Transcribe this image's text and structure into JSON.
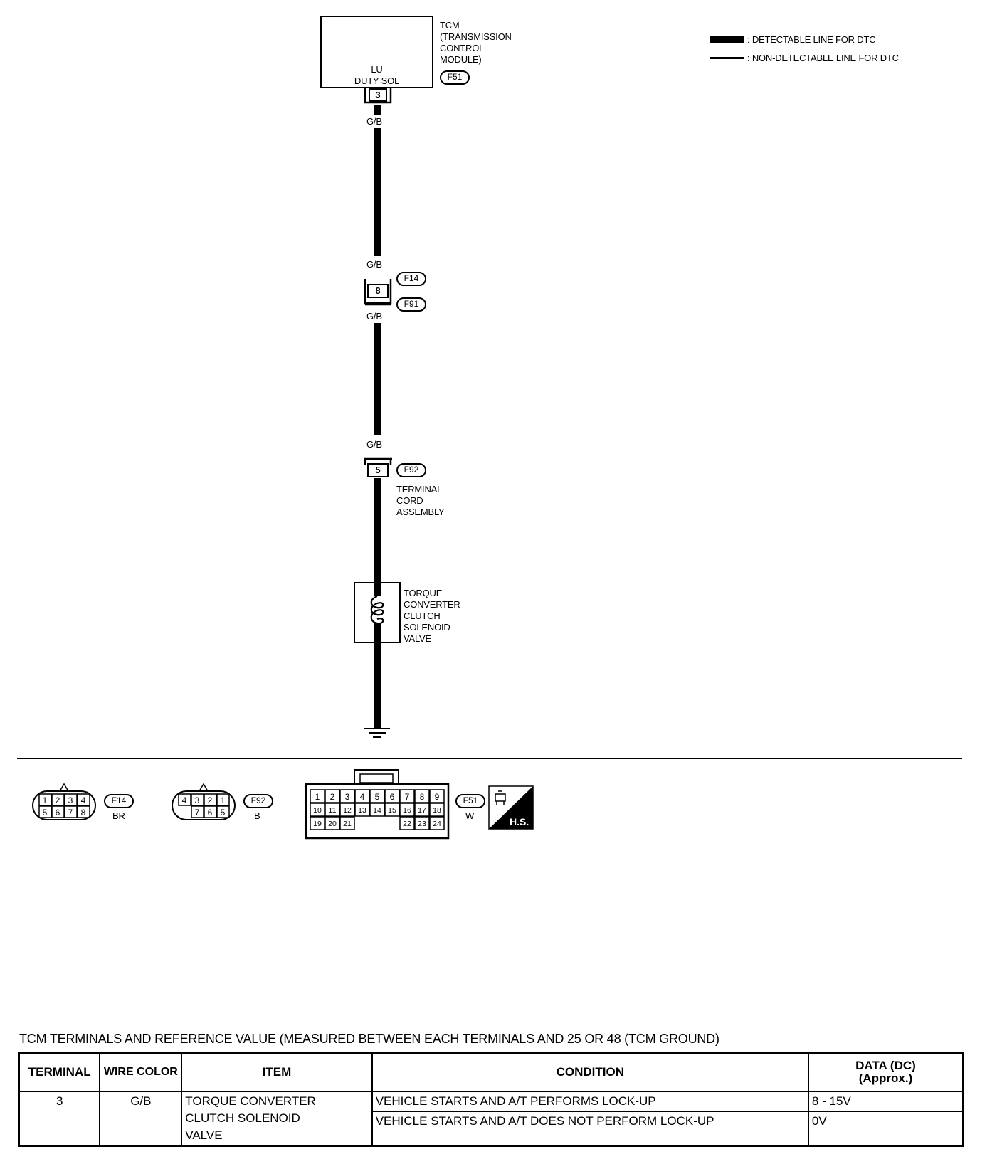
{
  "legend": {
    "detectable": ": DETECTABLE LINE FOR DTC",
    "non_detectable": ": NON-DETECTABLE LINE FOR DTC"
  },
  "tcm": {
    "title": "TCM",
    "line1": "(TRANSMISSION",
    "line2": "CONTROL",
    "line3": "MODULE)",
    "inner1": "LU",
    "inner2": "DUTY SOL",
    "connector": "F51",
    "pin": "3"
  },
  "wire_color": "G/B",
  "mid_connector": {
    "pin": "8",
    "top": "F14",
    "bottom": "F91"
  },
  "terminal_cord": {
    "pin": "5",
    "connector": "F92",
    "line1": "TERMINAL",
    "line2": "CORD",
    "line3": "ASSEMBLY"
  },
  "solenoid": {
    "line1": "TORQUE",
    "line2": "CONVERTER",
    "line3": "CLUTCH",
    "line4": "SOLENOID",
    "line5": "VALVE"
  },
  "connectors": {
    "f14": {
      "id": "F14",
      "color": "BR",
      "top": [
        "1",
        "2",
        "3",
        "4"
      ],
      "bottom": [
        "5",
        "6",
        "7",
        "8"
      ]
    },
    "f92": {
      "id": "F92",
      "color": "B",
      "top": [
        "4",
        "3",
        "2",
        "1"
      ],
      "bottom": [
        "7",
        "6",
        "5"
      ]
    },
    "f51": {
      "id": "F51",
      "color": "W",
      "row1": [
        "1",
        "2",
        "3",
        "4",
        "5",
        "6",
        "7",
        "8",
        "9"
      ],
      "row2": [
        "10",
        "11",
        "12",
        "13",
        "14",
        "15",
        "16",
        "17",
        "18"
      ],
      "row3a": [
        "19",
        "20",
        "21"
      ],
      "row3b": [
        "22",
        "23",
        "24"
      ]
    },
    "hs_label": "H.S."
  },
  "table": {
    "caption": "TCM TERMINALS AND REFERENCE VALUE (MEASURED BETWEEN EACH TERMINALS AND 25 OR 48 (TCM GROUND)",
    "headers": {
      "terminal": "TERMINAL",
      "wire_color": "WIRE COLOR",
      "item": "ITEM",
      "condition": "CONDITION",
      "data1": "DATA (DC)",
      "data2": "(Approx.)"
    },
    "row": {
      "terminal": "3",
      "wire_color": "G/B",
      "item1": "TORQUE CONVERTER",
      "item2": "CLUTCH SOLENOID",
      "item3": "VALVE",
      "condition1": "VEHICLE STARTS AND A/T PERFORMS LOCK-UP",
      "data1": "8 - 15V",
      "condition2": "VEHICLE STARTS AND A/T DOES NOT PERFORM LOCK-UP",
      "data2": "0V"
    }
  }
}
